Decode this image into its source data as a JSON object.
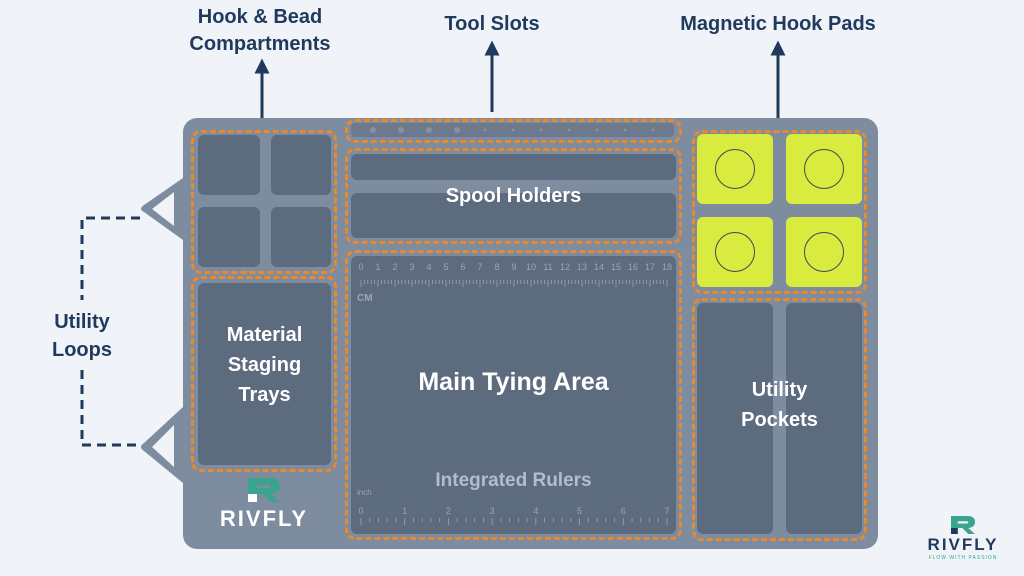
{
  "callouts": {
    "hook_bead": "Hook & Bead\nCompartments",
    "tool_slots": "Tool Slots",
    "magnetic_pads": "Magnetic Hook Pads",
    "utility_loops": "Utility\nLoops"
  },
  "mat_labels": {
    "spool_holders": "Spool Holders",
    "material_staging": "Material\nStaging\nTrays",
    "main_tying": "Main Tying Area",
    "integrated_rulers": "Integrated Rulers",
    "utility_pockets": "Utility\nPockets"
  },
  "ruler_cm": {
    "unit": "CM",
    "ticks": [
      "0",
      "1",
      "2",
      "3",
      "4",
      "5",
      "6",
      "7",
      "8",
      "9",
      "10",
      "11",
      "12",
      "13",
      "14",
      "15",
      "16",
      "17",
      "18"
    ]
  },
  "ruler_inch": {
    "unit": "inch",
    "ticks": [
      "0",
      "1",
      "2",
      "3",
      "4",
      "5",
      "6",
      "7"
    ]
  },
  "brand": {
    "name": "RIVFLY",
    "tagline": "FLOW WITH PASSION"
  },
  "colors": {
    "background": "#f0f3f8",
    "mat": "#7e8ca0",
    "compartment": "#5d6b7e",
    "dashed_outline": "#e8892f",
    "magnetic_pad": "#d9eb3f",
    "callout_text": "#1f3a5c",
    "logo_green": "#3aa58f"
  }
}
